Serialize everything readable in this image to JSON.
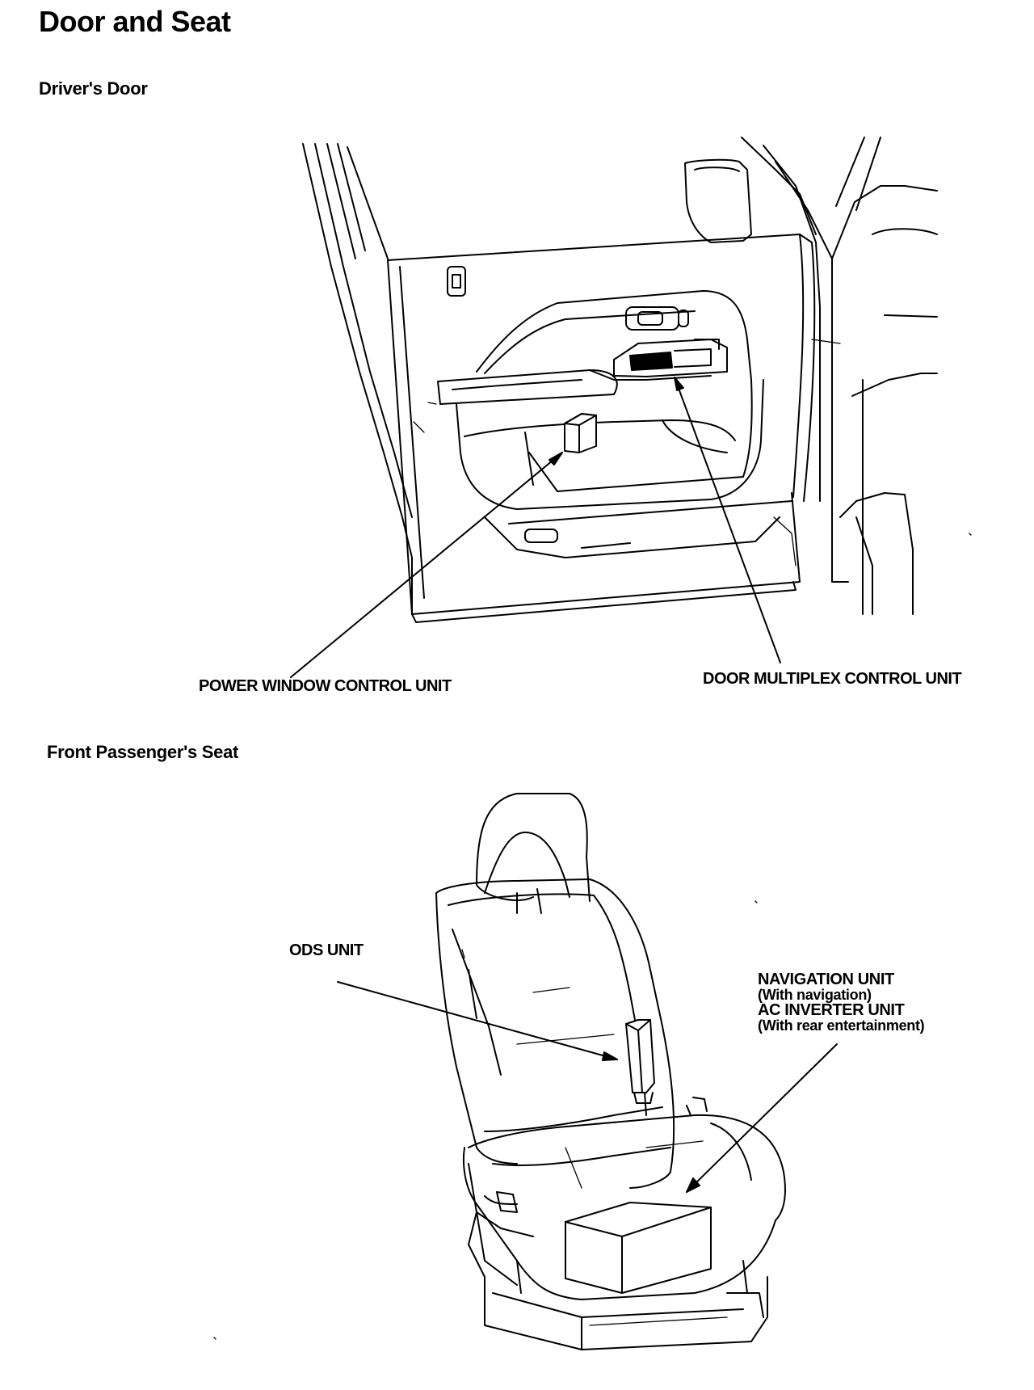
{
  "page": {
    "title": "Door and Seat"
  },
  "sections": [
    {
      "heading": "Driver's Door",
      "callouts": [
        {
          "label": "POWER WINDOW CONTROL UNIT"
        },
        {
          "label": "DOOR MULTIPLEX CONTROL UNIT"
        }
      ]
    },
    {
      "heading": "Front Passenger's Seat",
      "callouts": [
        {
          "label": "ODS UNIT"
        },
        {
          "lines": [
            "NAVIGATION UNIT",
            "(With navigation)",
            "AC INVERTER UNIT",
            "(With rear entertainment)"
          ]
        }
      ]
    }
  ]
}
